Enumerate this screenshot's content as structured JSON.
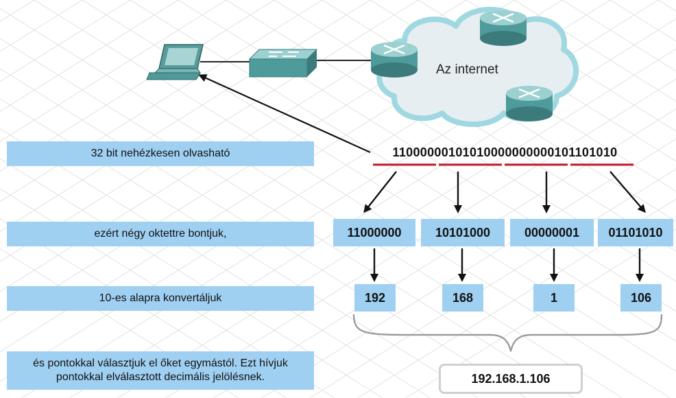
{
  "internet_label": "Az internet",
  "binary_address": "11000000101010000000000101101010",
  "rows": {
    "row1": "32 bit nehézkesen olvasható",
    "row2": "ezért négy oktettre bontjuk,",
    "row3": "10-es alapra konvertáljuk",
    "row4_line1": "és pontokkal választjuk el őket egymástól. Ezt hívjuk",
    "row4_line2": "pontokkal elválasztott decimális jelölésnek."
  },
  "octets": [
    "11000000",
    "10101000",
    "00000001",
    "01101010"
  ],
  "decimals": [
    "192",
    "168",
    "1",
    "106"
  ],
  "dotted_decimal": "192.168.1.106",
  "colors": {
    "label_fill": "#9fd0f2",
    "underline": "#c0182a",
    "device": "#4f9a9a",
    "cloud_fill": "#e6eef2"
  },
  "icons": [
    "laptop-icon",
    "switch-icon",
    "router-icon",
    "cloud-icon"
  ]
}
